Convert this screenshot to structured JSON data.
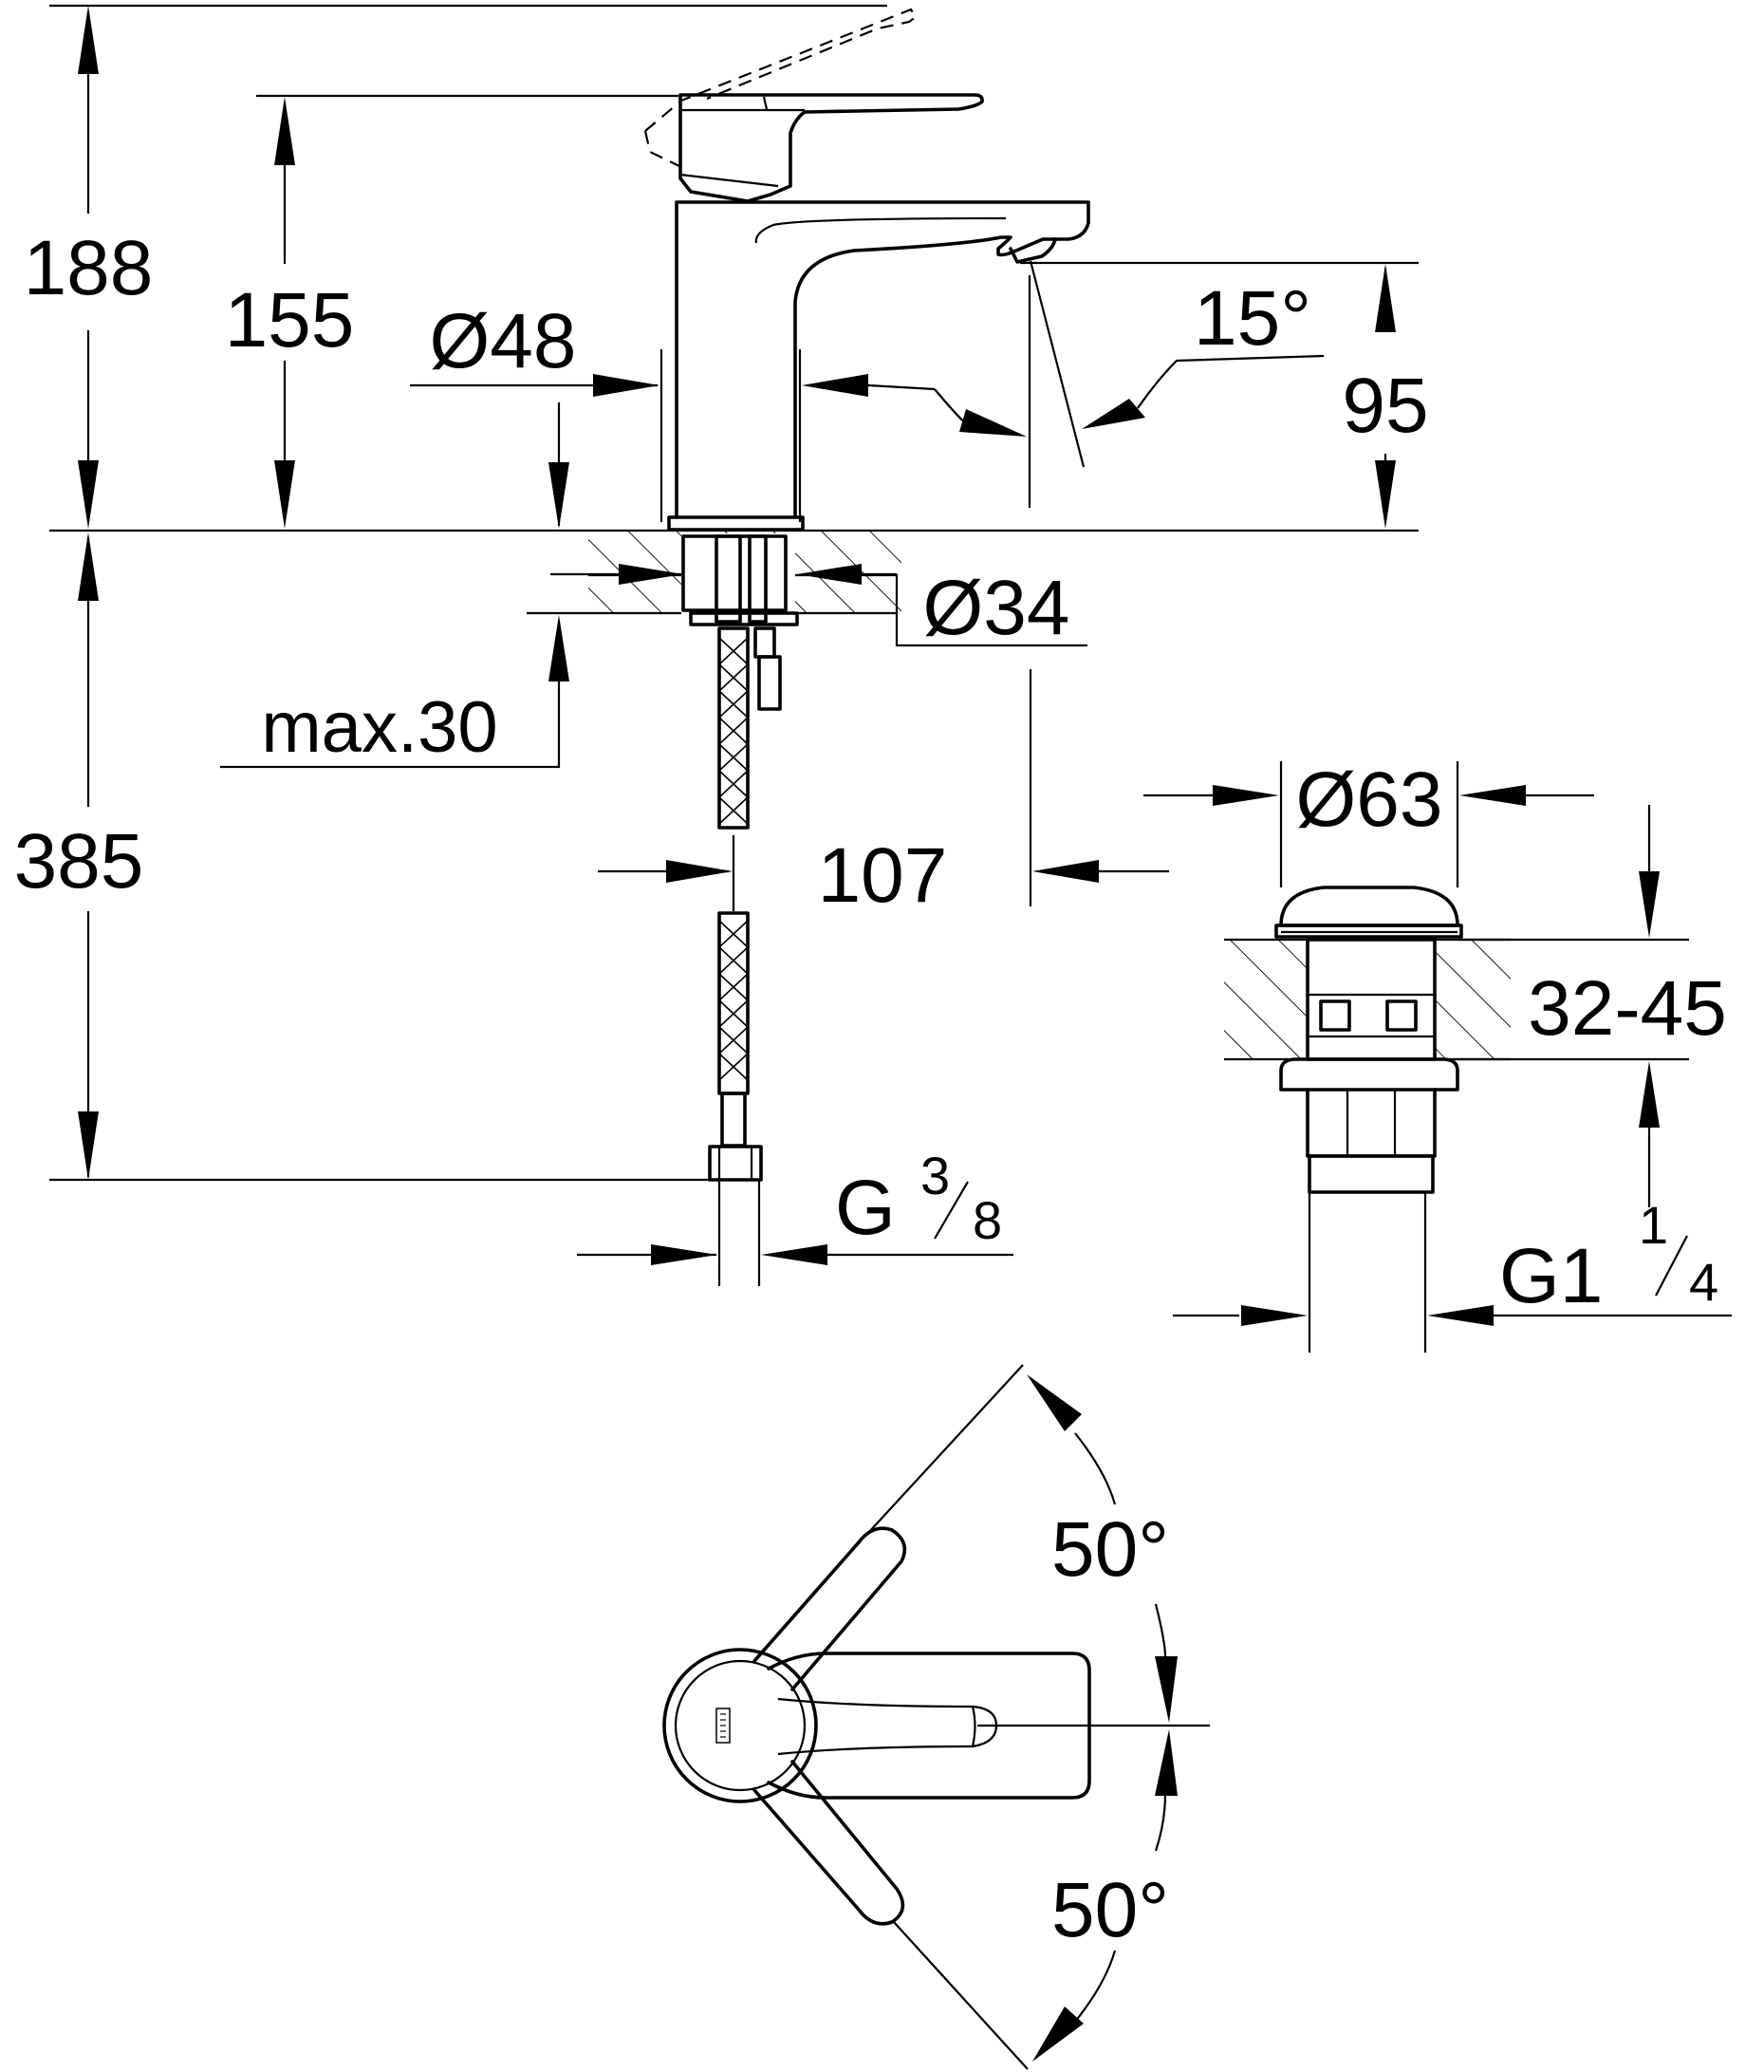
{
  "side_view": {
    "dim_188": "188",
    "dim_155": "155",
    "dim_48": "Ø48",
    "dim_15deg": "15°",
    "dim_95": "95",
    "dim_34": "Ø34",
    "dim_max30": "max.30",
    "dim_385": "385",
    "dim_107": "107",
    "connection_g": "G",
    "connection_num": "3",
    "connection_den": "8"
  },
  "waste_view": {
    "dim_63": "Ø63",
    "dim_32_45": "32-45",
    "connection_g": "G1",
    "connection_num": "1",
    "connection_den": "4"
  },
  "top_view": {
    "angle_upper": "50°",
    "angle_lower": "50°"
  }
}
